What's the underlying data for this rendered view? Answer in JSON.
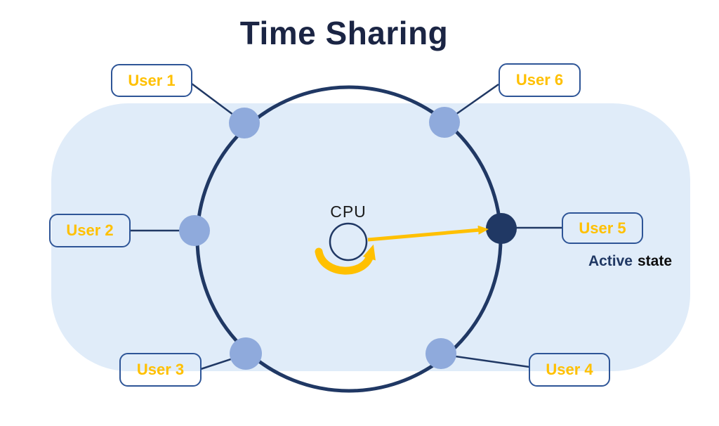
{
  "title": "Time Sharing",
  "cpu": {
    "label": "CPU"
  },
  "active_state": {
    "active": "Active",
    "state": "state"
  },
  "users": [
    {
      "label": "User 1"
    },
    {
      "label": "User 2"
    },
    {
      "label": "User 3"
    },
    {
      "label": "User 4"
    },
    {
      "label": "User 5"
    },
    {
      "label": "User 6"
    }
  ],
  "colors": {
    "navy": "#203864",
    "title_navy": "#1b2544",
    "box_border_blue": "#2e5597",
    "node_light_blue": "#8faadc",
    "active_node_navy": "#203864",
    "pill_light_blue": "#e0ecf9",
    "accent_yellow": "#ffc000",
    "background": "#ffffff"
  }
}
